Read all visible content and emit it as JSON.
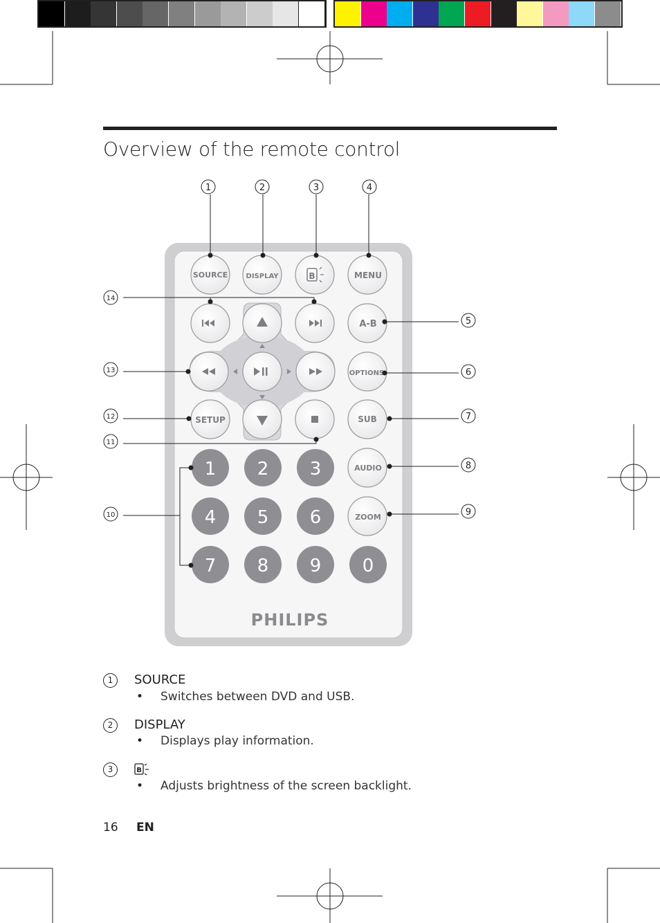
{
  "colors": {
    "grays": [
      "#000000",
      "#1d1d1d",
      "#353535",
      "#4d4d4d",
      "#666666",
      "#808080",
      "#9a9a9a",
      "#b3b3b3",
      "#cccccc",
      "#e6e6e6",
      "#ffffff"
    ],
    "process": [
      "#fff200",
      "#ec008c",
      "#00aeef",
      "#2e3192",
      "#00a651",
      "#ed1c24",
      "#231f20",
      "#fff799",
      "#f49ac1",
      "#8ed8f8",
      "#8c8c8c"
    ]
  },
  "page": {
    "title": "Overview of the remote control",
    "footer": {
      "page_number": "16",
      "language": "EN"
    }
  },
  "remote": {
    "brand": "PHILIPS",
    "callouts": [
      "1",
      "2",
      "3",
      "4",
      "5",
      "6",
      "7",
      "8",
      "9",
      "10",
      "11",
      "12",
      "13",
      "14"
    ],
    "buttons": {
      "source": "SOURCE",
      "display": "DISPLAY",
      "menu": "MENU",
      "ab": "A-B",
      "options": "OPTIONS",
      "setup": "SETUP",
      "sub": "SUB",
      "audio": "AUDIO",
      "zoom": "ZOOM",
      "digits": [
        "1",
        "2",
        "3",
        "4",
        "5",
        "6",
        "7",
        "8",
        "9",
        "0"
      ]
    }
  },
  "items": [
    {
      "num": "1",
      "title": "SOURCE",
      "desc": "Switches between DVD and USB."
    },
    {
      "num": "2",
      "title": "DISPLAY",
      "desc": "Displays play information."
    },
    {
      "num": "3",
      "title": "",
      "icon": "brightness-icon",
      "desc": "Adjusts brightness of the screen backlight."
    }
  ]
}
